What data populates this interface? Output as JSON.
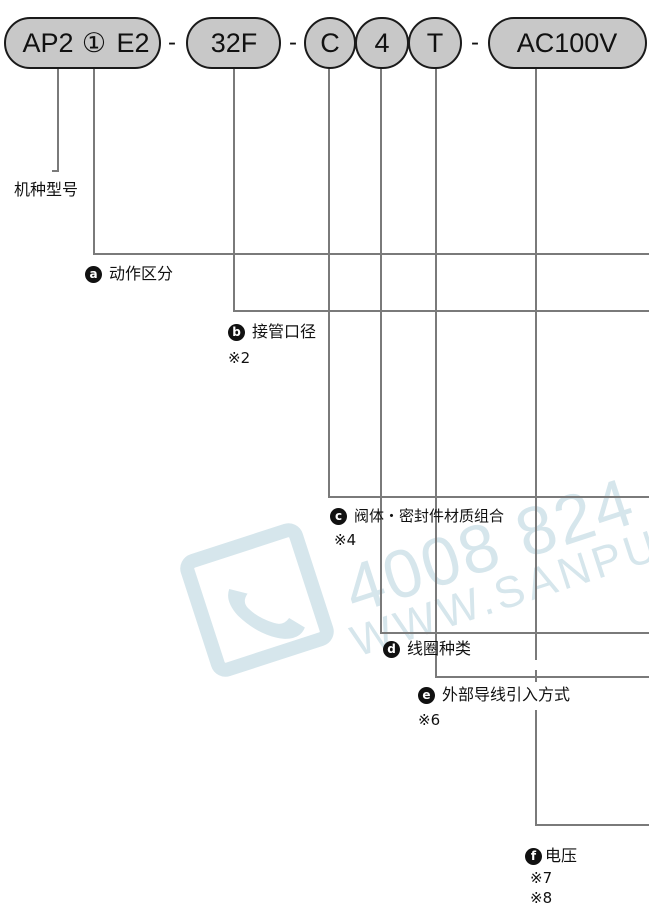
{
  "model_code": {
    "pills": [
      {
        "id": "base",
        "text": "AP2"
      },
      {
        "id": "action",
        "text": "①"
      },
      {
        "id": "base2",
        "text": "E2"
      },
      {
        "id": "port",
        "text": "32F"
      },
      {
        "id": "material",
        "text": "C"
      },
      {
        "id": "coil",
        "text": "4"
      },
      {
        "id": "lead",
        "text": "T"
      },
      {
        "id": "voltage",
        "text": "AC100V"
      }
    ],
    "separator": "-"
  },
  "watermark": {
    "number": "4008 824",
    "site": "WWW.SANPU"
  },
  "labels": {
    "model": "机种型号",
    "a": {
      "badge": "a",
      "text": "动作区分"
    },
    "b": {
      "badge": "b",
      "text": "接管口径",
      "notes": [
        "※2"
      ]
    },
    "c": {
      "badge": "c",
      "text": "阀体・密封件材质组合",
      "notes": [
        "※4"
      ]
    },
    "d": {
      "badge": "d",
      "text": "线圈种类"
    },
    "e": {
      "badge": "e",
      "text": "外部导线引入方式",
      "notes": [
        "※6"
      ]
    },
    "f": {
      "badge": "f",
      "text": "电压",
      "notes": [
        "※7",
        "※8"
      ]
    }
  },
  "colors": {
    "pill_fill": "#c8c8c8",
    "pill_stroke": "#1a1a1a",
    "line": "#7a7a7a",
    "text": "#111111",
    "watermark": "#d6e6ec"
  }
}
